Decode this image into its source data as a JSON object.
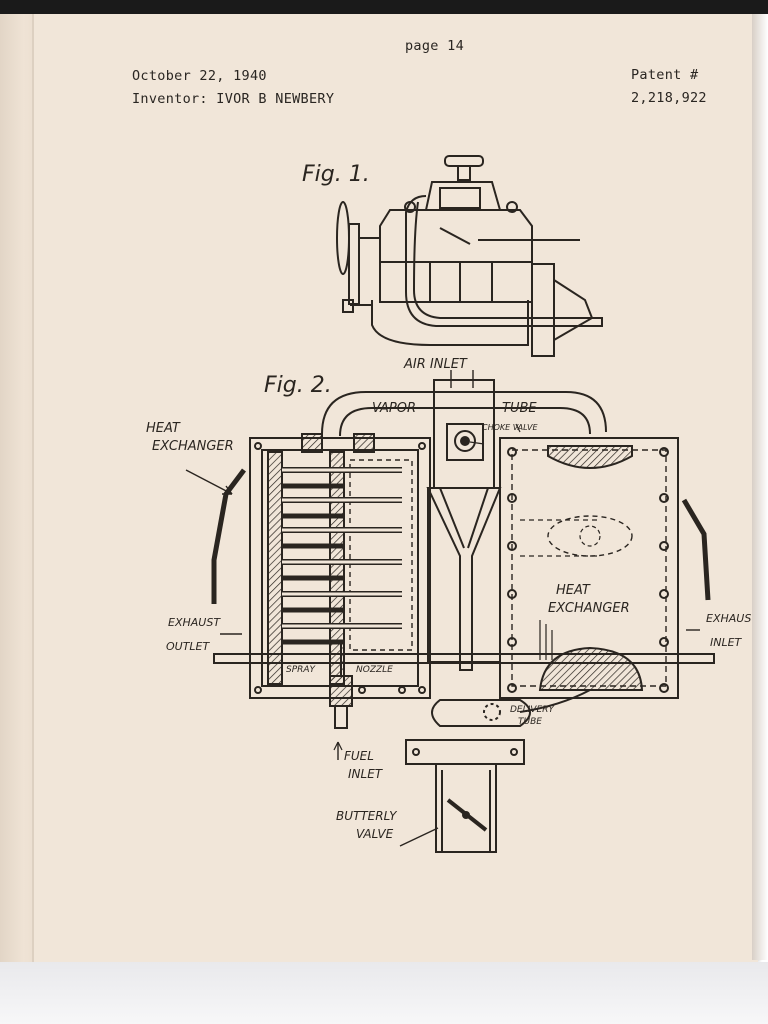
{
  "header": {
    "page_label": "page 14",
    "date": "October 22, 1940",
    "inventor": "Inventor: IVOR B NEWBERY",
    "patent_label": "Patent #",
    "patent_number": "2,218,922"
  },
  "figures": {
    "fig1_label": "Fig. 1.",
    "fig2_label": "Fig. 2."
  },
  "annotations": {
    "air_inlet": "AIR INLET",
    "vapor": "VAPOR",
    "tube": "TUBE",
    "choke_valve": "CHOKE VALVE",
    "heat_exchanger_left_1": "HEAT",
    "heat_exchanger_left_2": "EXCHANGER",
    "heat_exchanger_right_1": "HEAT",
    "heat_exchanger_right_2": "EXCHANGER",
    "exhaust_outlet_1": "EXHAUST",
    "exhaust_outlet_2": "OUTLET",
    "exhaust_inlet_1": "EXHAUS",
    "exhaust_inlet_2": "INLET",
    "spray": "SPRAY",
    "nozzle": "NOZZLE",
    "delivery_1": "DELIVERY",
    "delivery_2": "TUBE",
    "fuel_1": "FUEL",
    "fuel_2": "INLET",
    "butterfly_1": "BUTTERLY",
    "butterfly_2": "VALVE"
  }
}
